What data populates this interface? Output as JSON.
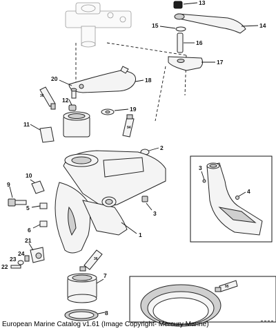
{
  "caption": "European Marine Catalog v1.61 (Image Copyright- Mercury Marine)",
  "callouts": [
    "1",
    "2",
    "3",
    "4",
    "5",
    "6",
    "7",
    "8",
    "9",
    "10",
    "11",
    "12",
    "13",
    "14",
    "15",
    "16",
    "17",
    "18",
    "19",
    "20",
    "21",
    "22",
    "23",
    "24"
  ],
  "detail_callouts": [
    "3",
    "4"
  ],
  "tube_labels": [
    "36",
    "94",
    "36",
    "95"
  ]
}
